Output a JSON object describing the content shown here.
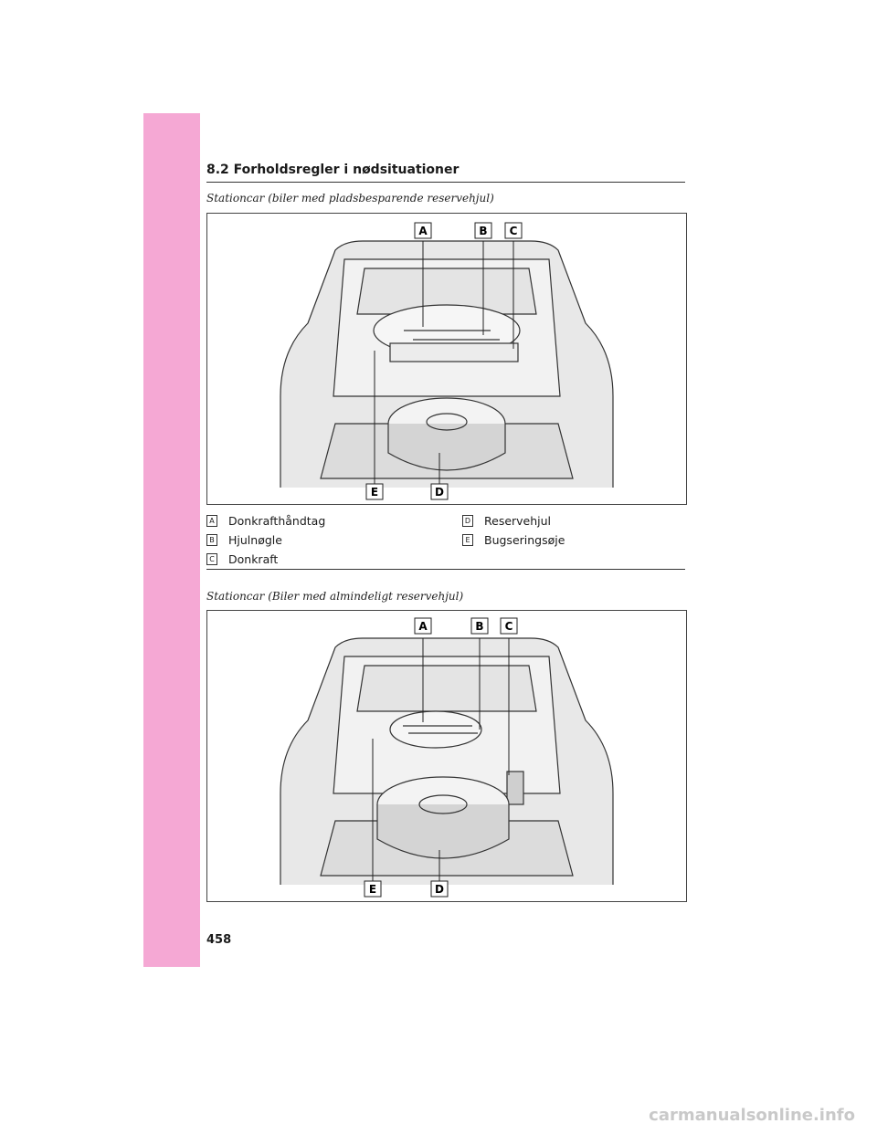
{
  "header": {
    "section_title": "8.2  Forholdsregler i nødsituationer"
  },
  "figure1": {
    "caption": "Stationcar (biler med pladsbesparende reservehjul)",
    "callouts": {
      "a": "A",
      "b": "B",
      "c": "C",
      "d": "D",
      "e": "E"
    }
  },
  "legend": {
    "items": [
      {
        "key": "A",
        "label": "Donkrafthåndtag"
      },
      {
        "key": "B",
        "label": "Hjulnøgle"
      },
      {
        "key": "C",
        "label": "Donkraft"
      },
      {
        "key": "D",
        "label": "Reservehjul"
      },
      {
        "key": "E",
        "label": "Bugseringsøje"
      }
    ]
  },
  "figure2": {
    "caption": "Stationcar (Biler med almindeligt reservehjul)",
    "callouts": {
      "a": "A",
      "b": "B",
      "c": "C",
      "d": "D",
      "e": "E"
    }
  },
  "footer": {
    "page_number": "458",
    "watermark": "carmanualsonline.info"
  }
}
